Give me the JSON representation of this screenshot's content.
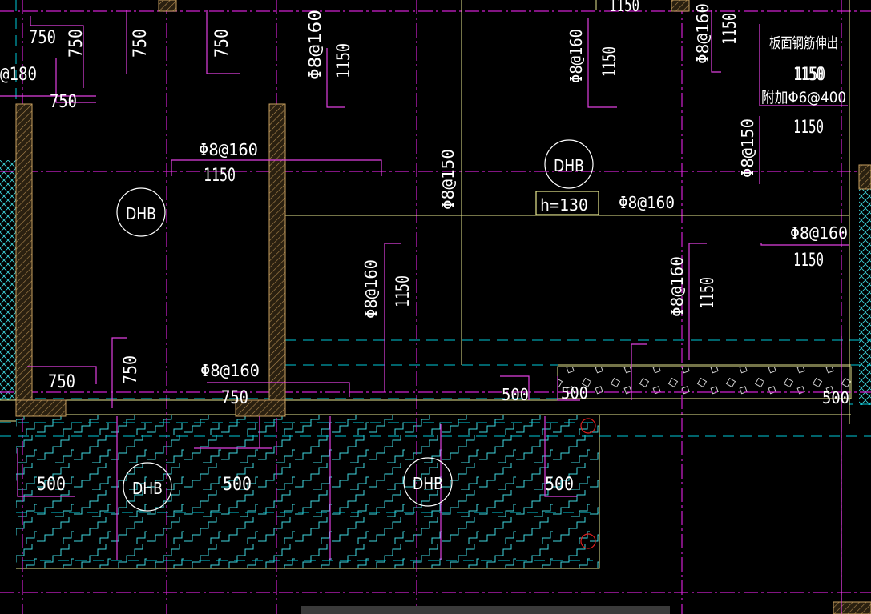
{
  "drawing": {
    "colors": {
      "background": "#000000",
      "axis_magenta": "#d020d0",
      "rebar_magenta": "#e040e0",
      "hidden_cyan": "#00c8d8",
      "slab_edge_yellow": "#e8e890",
      "wall_brown": "#9a7a4a",
      "hatch_cyan": "#40d8e0",
      "hatch_white": "#d0d0d0",
      "text_white": "#ffffff",
      "marker_red": "#e02020"
    },
    "slab_labels": [
      {
        "text": "DHB"
      },
      {
        "text": "DHB"
      },
      {
        "text": "DHB"
      },
      {
        "text": "DHB"
      }
    ],
    "thickness_label": "h=130",
    "notes": {
      "line1": "板面钢筋伸出",
      "value1": "1150",
      "line2": "附加Φ6@400",
      "value2": "1150"
    },
    "rebar_texts": {
      "t0": "1150",
      "t1": "750",
      "t2": "750",
      "t3": "750",
      "t4": "750",
      "t5": "@180",
      "t6": "750",
      "t7": "Φ8@160",
      "t8": "1150",
      "t9": "Φ8@160",
      "t10": "1150",
      "t11": "Φ8@160",
      "t12": "1150",
      "t13": "1150",
      "t14": "Φ8@160",
      "t15": "1150",
      "t16": "Φ8@150",
      "t17": "Φ8@150",
      "t18": "Φ8@160",
      "t19": "Φ8@160",
      "t20": "1150",
      "t21": "Φ8@160",
      "t22": "1150",
      "t23": "Φ8@160",
      "t24": "1150",
      "t25": "750",
      "t26": "750",
      "t27": "Φ8@160",
      "t28": "750",
      "t29": "500",
      "t30": "500",
      "t31": "500",
      "t32": "500",
      "t33": "500",
      "t34": "500"
    }
  }
}
